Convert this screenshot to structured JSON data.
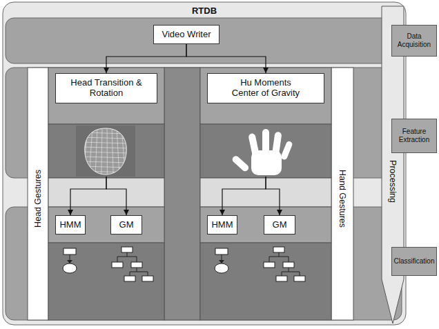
{
  "diagram": {
    "nodes": [
      {
        "text": [
          "RTDB"
        ]
      },
      {
        "text": [
          "Data Acquisition"
        ]
      },
      {
        "text": [
          "Video Writer"
        ],
        "in": 0
      },
      {
        "text": [
          "Processing"
        ]
      },
      {
        "text": [
          "Head Gestures"
        ],
        "in": 0
      },
      {
        "text": [
          "Head Transition & Rotation"
        ],
        "in": 4
      },
      {
        "text": [
          "Hand Gestures"
        ],
        "in": 0
      },
      {
        "text": [
          "Hu Moments Center of Gravity"
        ],
        "in": 6
      },
      {
        "text": [
          "Feature Extraction"
        ]
      },
      {
        "text": [
          "HMM"
        ],
        "in": 4
      },
      {
        "text": [
          "GM"
        ],
        "in": 4
      },
      {
        "text": [
          "HMM"
        ],
        "in": 6
      },
      {
        "text": [
          "GM"
        ],
        "in": 6
      },
      {
        "text": [
          "Classification"
        ]
      }
    ],
    "edges": [
      {
        "from": 2,
        "to": 5,
        "arrow": "to"
      },
      {
        "from": 2,
        "to": 7,
        "arrow": "to"
      },
      {
        "from": 5,
        "to": 9,
        "arrow": "to"
      },
      {
        "from": 5,
        "to": 10,
        "arrow": "to"
      },
      {
        "from": 7,
        "to": 11,
        "arrow": "to"
      },
      {
        "from": 7,
        "to": 12,
        "arrow": "to"
      }
    ]
  }
}
